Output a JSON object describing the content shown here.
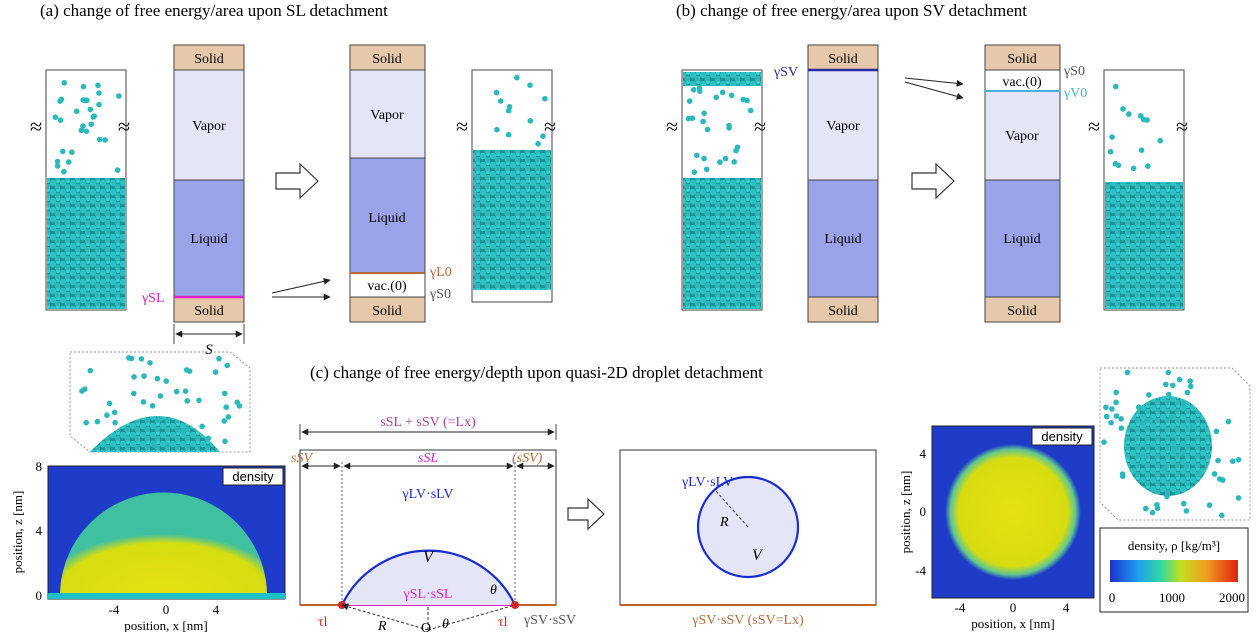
{
  "panel_a": {
    "title": "(a) change of free energy/area upon SL detachment",
    "solid": "Solid",
    "vapor": "Vapor",
    "liquid": "Liquid",
    "vac": "vac.(0)",
    "gamma_sl": "γSL",
    "gamma_l0": "γL0",
    "gamma_s0": "γS0",
    "width_label": "S"
  },
  "panel_b": {
    "title": "(b) change of free energy/area upon SV detachment",
    "solid": "Solid",
    "vapor": "Vapor",
    "liquid": "Liquid",
    "vac": "vac.(0)",
    "gamma_sv": "γSV",
    "gamma_s0": "γS0",
    "gamma_v0": "γV0"
  },
  "panel_c": {
    "title": "(c) change of free energy/depth upon quasi-2D droplet detachment",
    "sum_label": "sSL + sSV (=Lx)",
    "s_sv": "sSV",
    "s_sl": "sSL",
    "s_sv_paren": "(sSV)",
    "lv_term": "γLV·sLV",
    "sl_term": "γSL·sSL",
    "sv_term": "γSV·sSV",
    "tau": "τl",
    "R": "R",
    "V": "V",
    "O": "O",
    "theta": "θ",
    "detached_sv_term": "γSV·sSV (sSV=Lx)"
  },
  "density_left": {
    "label": "density",
    "xlabel": "position, x [nm]",
    "ylabel": "position, z [nm]",
    "xticks": [
      "-4",
      "0",
      "4"
    ],
    "yticks": [
      "0",
      "4",
      "8"
    ]
  },
  "density_right": {
    "label": "density",
    "xlabel": "position, x [nm]",
    "ylabel": "position, z [nm]",
    "xticks": [
      "-4",
      "0",
      "4"
    ],
    "yticks": [
      "-4",
      "0",
      "4"
    ]
  },
  "colorbar": {
    "label": "density, ρ [kg/m³]",
    "ticks": [
      "0",
      "1000",
      "2000"
    ]
  },
  "colors": {
    "solid": "#e6c9aa",
    "vapor": "#e4e6f7",
    "liquid": "#9aa3e8",
    "molecule": "#27b8b8",
    "sl_line": "#e020c8",
    "sv_line": "#2a2aa0",
    "lv_line": "#1a2bd0",
    "l0_line": "#b86a3a",
    "v0_line": "#44b0d6",
    "density_bg": "#1e3cc8",
    "density_drop": "#d8dd10"
  }
}
